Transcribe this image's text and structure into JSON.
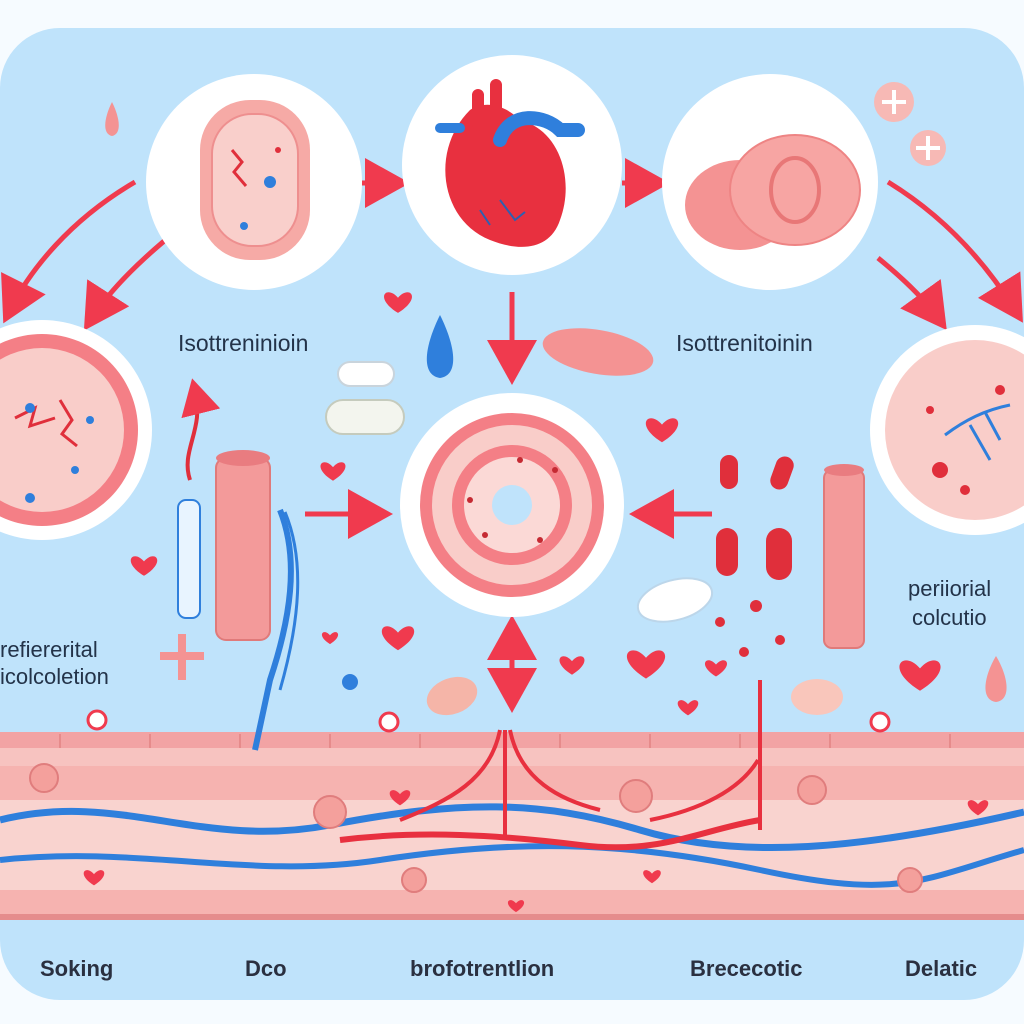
{
  "labels": {
    "top_left": "Isottreninioin",
    "top_right": "Isottrenitoinin",
    "side_left_line1": "refiererital",
    "side_left_line2": "icolcoletion",
    "side_right_line1": "periiorial",
    "side_right_line2": "colcutio"
  },
  "bottom_labels": [
    "Soking",
    "Dco",
    "brofotrentlion",
    "Brececotic",
    "Delatic"
  ],
  "icons": [
    "skin-cell-icon",
    "heart-icon",
    "pill-icon",
    "blood-vessel-icon",
    "droplet-icon",
    "capsule-icon",
    "red-blood-cell-icon"
  ],
  "colors": {
    "background": "#bfe3fb",
    "accent_red": "#f03a4e",
    "vein_blue": "#2f7fdc",
    "tissue_pink": "#f6b3b0"
  }
}
